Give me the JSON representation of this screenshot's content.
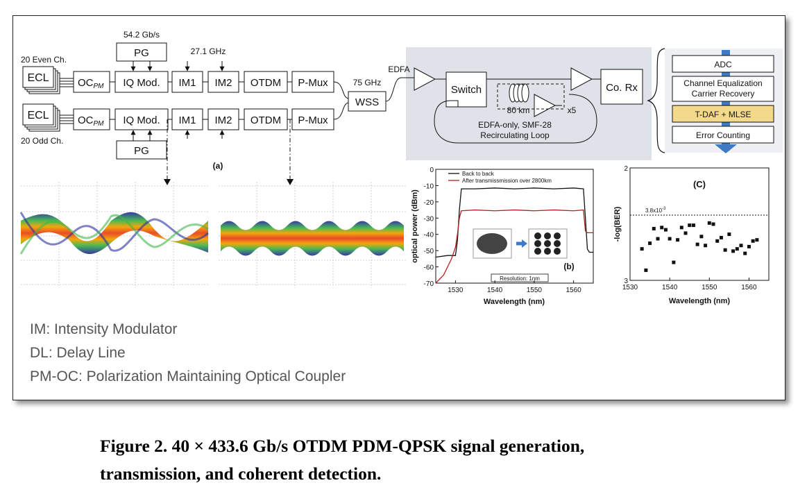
{
  "diagram": {
    "panel_a_label": "(a)",
    "blocks": {
      "ecl": "ECL",
      "oc_main": "OC",
      "oc_sub": "PM",
      "pg": "PG",
      "iq": "IQ Mod.",
      "im1": "IM1",
      "im2": "IM2",
      "otdm": "OTDM",
      "pmux": "P-Mux",
      "wss": "WSS",
      "switch": "Switch",
      "corx": "Co. Rx"
    },
    "labels": {
      "even_ch": "20 Even Ch.",
      "odd_ch": "20 Odd Ch.",
      "bitrate": "54.2 Gb/s",
      "clock": "27.1 GHz",
      "wss_bw": "75 GHz",
      "edfa": "EDFA",
      "span": "80 km",
      "x5": "x5",
      "loop_line1": "EDFA-only, SMF-28",
      "loop_line2": "Recirculating Loop"
    },
    "rx_stack": [
      "ADC",
      "Channel Equalization",
      "Carrier Recovery",
      "T-DAF + MLSE",
      "Error Counting"
    ],
    "colors": {
      "loop_bg": "#dfe2e8",
      "rx_bg": "#eef0f4",
      "tdaf_fill": "#f5d98a",
      "arrow_blue": "#3f7ac4"
    }
  },
  "legend": {
    "im": "IM: Intensity Modulator",
    "dl": "DL: Delay Line",
    "pmoc": "PM-OC: Polarization Maintaining Optical Coupler"
  },
  "caption": {
    "line1": "Figure 2. 40 × 433.6 Gb/s OTDM PDM-QPSK signal generation,",
    "line2": "transmission, and coherent detection."
  },
  "chart_data": [
    {
      "type": "line",
      "panel_label": "(b)",
      "xlabel": "Wavelength (nm)",
      "ylabel": "optical power (dBm)",
      "xlim": [
        1525,
        1565
      ],
      "ylim": [
        -70,
        0
      ],
      "xticks": [
        1530,
        1540,
        1550,
        1560
      ],
      "yticks": [
        0,
        -10,
        -20,
        -30,
        -40,
        -50,
        -60,
        -70
      ],
      "annotation": "Resolution: 1nm",
      "series": [
        {
          "name": "Back to back",
          "color": "#111111",
          "x": [
            1525,
            1528,
            1530,
            1530.5,
            1531,
            1531.5,
            1535,
            1540,
            1545,
            1550,
            1555,
            1560,
            1562.5,
            1563,
            1563.5,
            1564,
            1565
          ],
          "y": [
            -54,
            -53,
            -53,
            -44,
            -25,
            -12,
            -12,
            -11.5,
            -12,
            -11.5,
            -12,
            -11.5,
            -12,
            -30,
            -49,
            -51,
            -51
          ]
        },
        {
          "name": "After transmissmission over 2800km",
          "color": "#b22222",
          "x": [
            1525,
            1527,
            1529,
            1530,
            1530.5,
            1531,
            1531.5,
            1535,
            1540,
            1545,
            1550,
            1555,
            1560,
            1562.5,
            1563,
            1563.5,
            1565
          ],
          "y": [
            -70,
            -65,
            -55,
            -48,
            -40,
            -30,
            -25.5,
            -25,
            -25.5,
            -25,
            -25.5,
            -25,
            -25.5,
            -25,
            -38,
            -39,
            -39
          ]
        }
      ]
    },
    {
      "type": "scatter",
      "panel_label": "(C)",
      "xlabel": "Wavelength (nm)",
      "ylabel": "-log(BER)",
      "xlim": [
        1530,
        1565
      ],
      "ylim": [
        2,
        3
      ],
      "yticks": [
        2,
        3
      ],
      "xticks": [
        1530,
        1540,
        1550,
        1560
      ],
      "threshold_label": "3.8x10",
      "threshold_exp": "-3",
      "threshold": 2.42,
      "series": [
        {
          "name": "",
          "color": "#111111",
          "x": [
            1533,
            1534,
            1535,
            1536,
            1537,
            1538,
            1539,
            1540,
            1541,
            1542,
            1543,
            1544,
            1545,
            1546,
            1547,
            1548,
            1549,
            1550,
            1551,
            1552,
            1553,
            1554,
            1555,
            1556,
            1557,
            1558,
            1559,
            1560,
            1561,
            1562
          ],
          "y": [
            2.72,
            2.91,
            2.67,
            2.54,
            2.63,
            2.53,
            2.55,
            2.63,
            2.84,
            2.64,
            2.53,
            2.58,
            2.51,
            2.51,
            2.68,
            2.61,
            2.69,
            2.49,
            2.5,
            2.65,
            2.62,
            2.73,
            2.59,
            2.74,
            2.72,
            2.69,
            2.76,
            2.7,
            2.65,
            2.64
          ]
        }
      ]
    }
  ]
}
